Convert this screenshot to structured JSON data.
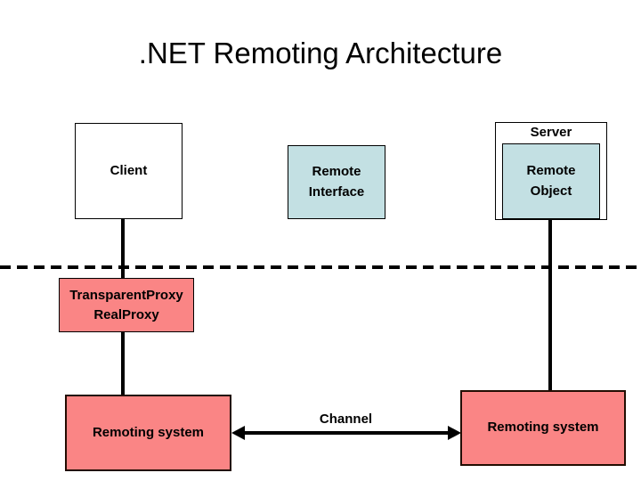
{
  "slide": {
    "title": ".NET Remoting Architecture",
    "background": "#ffffff"
  },
  "colors": {
    "interface_fill": "#c3e0e3",
    "proxy_fill": "#fa8585",
    "box_border": "#000000",
    "remoting_border": "#220d02",
    "line": "#000000",
    "text": "#000000"
  },
  "diagram": {
    "client": {
      "label": "Client"
    },
    "remote_interface": {
      "line1": "Remote",
      "line2": "Interface"
    },
    "server": {
      "label": "Server"
    },
    "remote_object": {
      "line1": "Remote",
      "line2": "Object"
    },
    "proxy": {
      "line1": "TransparentProxy",
      "line2": "RealProxy"
    },
    "remoting_left": {
      "label": "Remoting system"
    },
    "remoting_right": {
      "label": "Remoting system"
    },
    "channel": {
      "label": "Channel"
    }
  }
}
